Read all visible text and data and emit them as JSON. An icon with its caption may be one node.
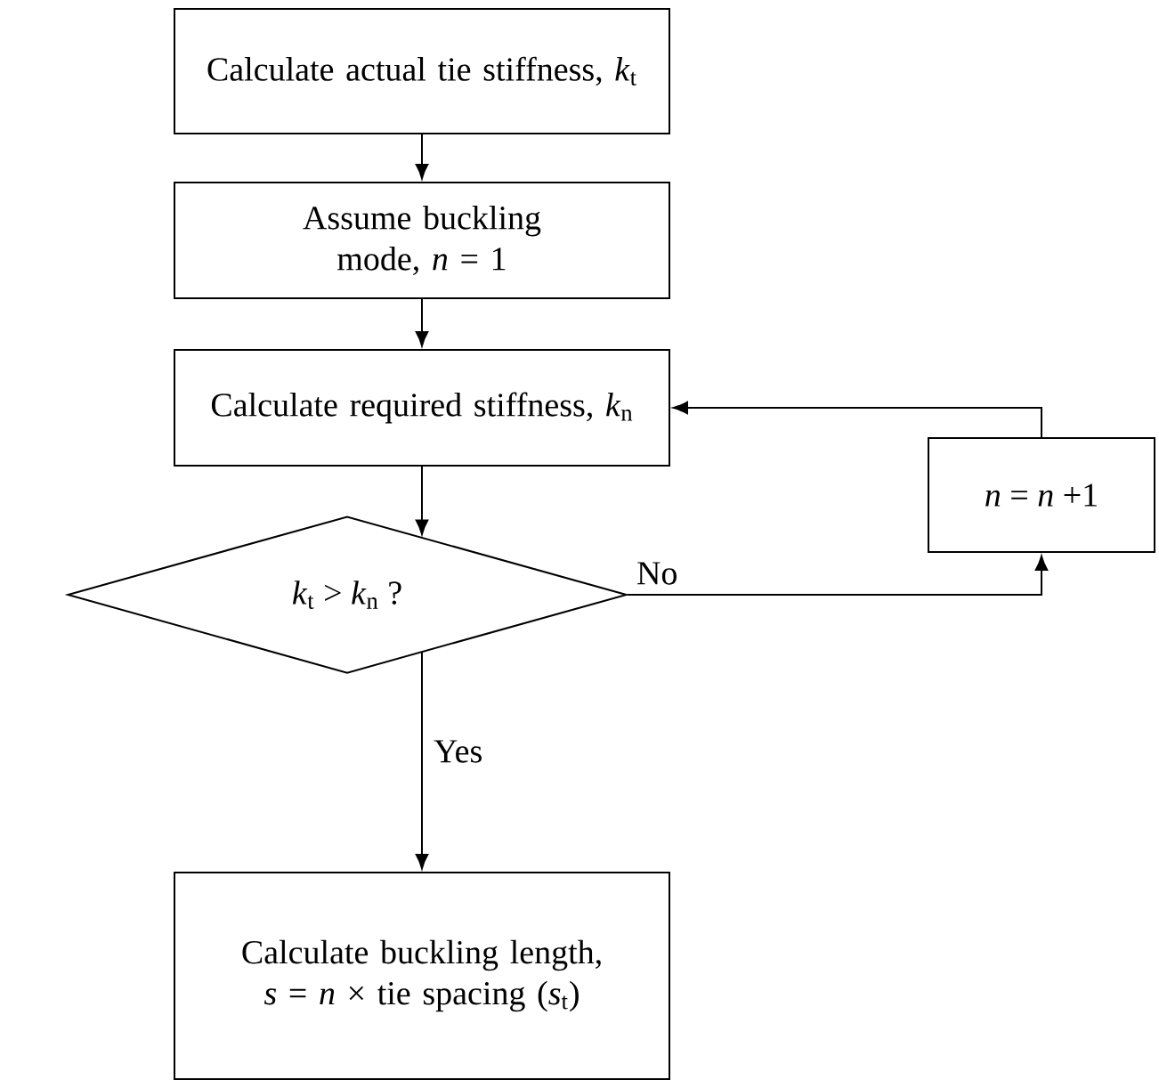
{
  "diagram": {
    "nodes": [
      {
        "text": [
          "Calculate actual tie stiffness, *k*$_{t}$"
        ]
      },
      {
        "text": [
          "Assume buckling mode, *n* = 1"
        ]
      },
      {
        "text": [
          "Calculate required stiffness, *k*$_{n}$"
        ]
      },
      {
        "text": [
          "*k*$_{t}$ > *k*$_{n}$ ?"
        ]
      },
      {
        "text": [
          "*n* = *n* +1"
        ]
      },
      {
        "text": [
          "Calculate buckling length, *s* = *n* × tie spacing (*s*$_{t}$)"
        ]
      }
    ],
    "edges": [
      {
        "from": 0,
        "to": 1,
        "arrow": "to"
      },
      {
        "from": 1,
        "to": 2,
        "arrow": "to"
      },
      {
        "from": 2,
        "to": 3,
        "arrow": "to"
      },
      {
        "from": 3,
        "to": 4,
        "label": "No",
        "arrow": "to"
      },
      {
        "from": 4,
        "to": 2,
        "arrow": "to"
      },
      {
        "from": 3,
        "to": 5,
        "label": "Yes",
        "arrow": "to"
      }
    ]
  }
}
